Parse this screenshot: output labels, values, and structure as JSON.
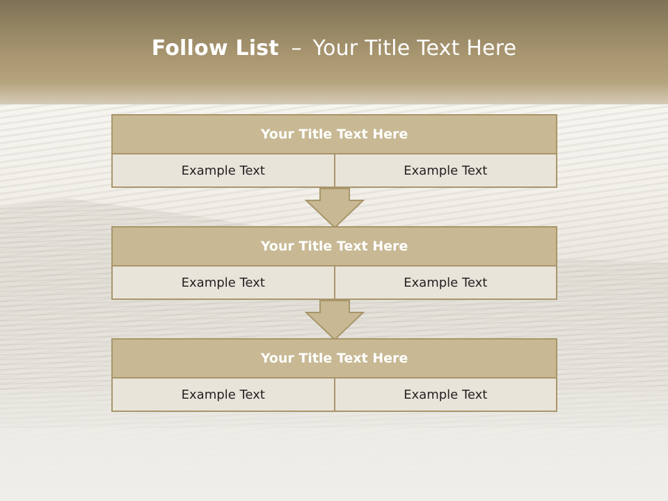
{
  "slide": {
    "title_bold": "Follow List",
    "title_separator": "–",
    "title_rest": "Your Title Text Here"
  },
  "blocks": [
    {
      "title": "Your Title Text Here",
      "left_text": "Example Text",
      "right_text": "Example Text"
    },
    {
      "title": "Your Title Text Here",
      "left_text": "Example Text",
      "right_text": "Example Text"
    },
    {
      "title": "Your Title Text Here",
      "left_text": "Example Text",
      "right_text": "Example Text"
    }
  ],
  "colors": {
    "header_dark": "#7e7256",
    "box_title_fill": "#c8b994",
    "box_border": "#a8956a",
    "cell_fill": "#e9e4da",
    "arrow_fill": "#c8b994"
  },
  "icons": [
    "down-arrow-icon",
    "down-arrow-icon"
  ]
}
